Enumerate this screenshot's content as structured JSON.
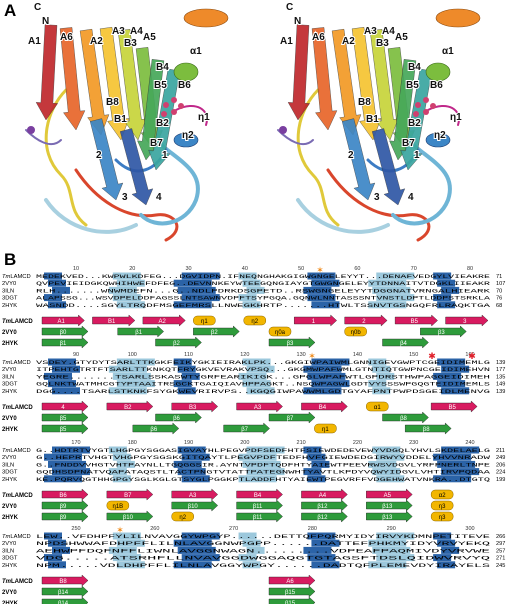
{
  "figure": {
    "panel_a_label": "A",
    "panel_b_label": "B"
  },
  "stereo_labels": [
    "C",
    "N",
    "A1",
    "A6",
    "A2",
    "A3",
    "A4",
    "A5",
    "B3",
    "B4",
    "B5",
    "B6",
    "B8",
    "B1",
    "B2",
    "B7",
    "α1",
    "α2",
    "η1",
    "η2",
    "1",
    "2",
    "3",
    "4"
  ],
  "alignment": {
    "blocks": [
      {
        "ruler": [
          "10",
          "20",
          "30",
          "40",
          "50",
          "60",
          "70",
          "80"
        ],
        "sequences": [
          {
            "name": "TmLAMCD",
            "italic_prefix": "Tm",
            "residues": "MEDEKVED...KWPWLKDFEG...DGVIDPN.IFNEQNGHAKGIGWGNGELEYYT...DENAFVEDGYLVIEAKRE",
            "count": "71"
          },
          {
            "name": "2VY0",
            "residues": "QVPEVIEIDGKQWHIHWEFDFEG..DEVNNKEYWTEEGQNGIAYGTGWGNGELEYYTDNNAITVTDGKLIIEAKR",
            "count": "107"
          },
          {
            "name": "3ILN",
            "residues": "RLH.......WNWMDEFN...G..NDLPDRKDSGPETD..RSWGNGELEYYTDGGNATVRNGALHIEARK",
            "count": "70"
          },
          {
            "name": "3DGT",
            "residues": "ALAPSSG...WSVDPELDDFAGSSLNTSAWNVDPFTSYPGQA.GQNWLNNTASSSNTVNSTLDPTLDDPSTSRKLA",
            "count": "76"
          },
          {
            "name": "2HYK",
            "residues": "WASNDD....SGYLTRQDFMSGEFMRSLLNWEGKHRTP.......HTWLTSSNVTGSNGQFRLRAQKTGA",
            "count": "68"
          }
        ],
        "structure_rows": [
          {
            "name": "TmLAMCD",
            "italic_prefix": "Tm",
            "elements": [
              "A1",
              "B1",
              "A2",
              "η1",
              "η2",
              "1",
              "2",
              "B5",
              "3"
            ]
          },
          {
            "name": "2VY0",
            "elements": [
              "β0",
              "β1",
              "β2",
              "η0a",
              "η0b",
              "β3"
            ]
          },
          {
            "name": "2HYK",
            "elements": [
              "β1",
              "β2",
              "β3",
              "β4"
            ]
          }
        ]
      },
      {
        "ruler": [
          "90",
          "100",
          "110",
          "120",
          "130",
          "140",
          "150",
          "160"
        ],
        "sequences": [
          {
            "name": "TmLAMCD",
            "italic_prefix": "Tm",
            "residues": "VSDEY.GTYDYTSARLTTKGKFEIKYGKIEIRAKLPK...GKGIWPAIWMLGNNIGEVGWPTCGEIDIMEMLG",
            "count": "139"
          },
          {
            "name": "2VY0",
            "residues": "ITPEHTGTRTFTSARLTTKNKQTFRYGKVEVRAKVPSQ...GKGMWPAFWMLGTNTIQTGWPNCGEIDIMEHVN",
            "count": "177"
          },
          {
            "name": "3ILN",
            "residues": "YEGRE.......TSARLSSKASWTYGRFEARIKIGK...GPGLWPAFWTLGPDRSTHWPAGGEIDIMEH",
            "count": "135"
          },
          {
            "name": "3DGT",
            "residues": "GQLNKTWATMHCGTYPTAAITRSGCKTGAIQIAVHPPAGKT..NSQWPAGWLGDTVYSSSWPGQGTEIDIMEMLS",
            "count": "149"
          },
          {
            "name": "2HYK",
            "residues": "DGG....TSARLSTKNKFSYGKWEVRIRVPS..KGQGIWPAWWMLGDTGYAFPNTPWPDSGEIDLMENVG",
            "count": "139"
          }
        ],
        "structure_rows": [
          {
            "name": "TmLAMCD",
            "italic_prefix": "Tm",
            "elements": [
              "4",
              "B2",
              "B3",
              "A3",
              "B4",
              "α1",
              "B5"
            ]
          },
          {
            "name": "2VY0",
            "elements": [
              "β5",
              "β6",
              "β7",
              "β8"
            ]
          },
          {
            "name": "2HYK",
            "elements": [
              "β5",
              "β6",
              "β7",
              "η1",
              "β8"
            ]
          }
        ]
      },
      {
        "ruler": [
          "170",
          "180",
          "190",
          "200",
          "210",
          "220",
          "230",
          "240"
        ],
        "sequences": [
          {
            "name": "TmLAMCD",
            "italic_prefix": "Tm",
            "residues": "G..HDTRTVYGTLHGPGYSGGASIGVAYHLPEGVPDFSEDFHTFSIEWDEDEVEWYVDGQLYHVLSKDELAELG",
            "count": "211"
          },
          {
            "name": "2VY0",
            "residues": "G..HEPRTVHGTVHGPGYSGSKGITQAYTLPEGVPDFTEDFHVFGIEWDEDGIRWYVDDELYHVVNRADW",
            "count": "249"
          },
          {
            "name": "3ILN",
            "residues": "G..FNDDVVHGTVHTPAYNLLTGQGGSIR.AYNTVPDFTQDFHTYAIEWTPEEVRWSVDGVLYRFPNERLTNPE",
            "count": "206"
          },
          {
            "name": "3DGT",
            "residues": "GQDHSDPNATVQAPATAQSTLTACTPNGTVTATTPATEGNWHTYAVTLKPDYVQWYIDGVLVHTIRVPQDAA",
            "count": "224"
          },
          {
            "name": "2HYK",
            "residues": "KE.PQRVQGTHHGPGYSGLKGLGTSYGLPGGKPTLADDFHTYAIEWTPEGVRFFVDGEHWATVNKRA..DTGTQ",
            "count": "199"
          }
        ],
        "structure_rows": [
          {
            "name": "TmLAMCD",
            "italic_prefix": "Tm",
            "elements": [
              "B6",
              "B7",
              "A3",
              "B4",
              "A4",
              "A5",
              "α2"
            ]
          },
          {
            "name": "2VY0",
            "elements": [
              "β9",
              "η1B",
              "β10",
              "β11",
              "β12",
              "β13",
              "η3"
            ]
          },
          {
            "name": "2HYK",
            "elements": [
              "β9",
              "β10",
              "η2",
              "β11",
              "β12",
              "β13",
              "η3"
            ]
          }
        ]
      },
      {
        "ruler": [
          "250",
          "260",
          "270",
          "280",
          "290",
          "300"
        ],
        "sequences": [
          {
            "name": "TmLAMCD",
            "italic_prefix": "Tm",
            "residues": "LEW..VFDHPFYLILNVAVGGYWPGYP......DETTQFPQRMYIDYIRVYKDMNPETITEVE",
            "count": "266"
          },
          {
            "name": "2VY0",
            "residues": "NPDSHWWAFDHPFFLILNLAVGGNWPGPP......DATTEFPHKMYIDYVRVYEKQ",
            "count": "297"
          },
          {
            "name": "3ILN",
            "residues": "AEHWPFDQFNFFLIWNLAVGGNWAGN.........VDPEAFPAQMIVDYVRVWE",
            "count": "257"
          },
          {
            "name": "3DGT",
            "residues": "VDG.....ATSRHFLLNVAVGGDWGGAQGTGTAGSFTDSLQIDWVRVYQ",
            "count": "271"
          },
          {
            "name": "2HYK",
            "residues": "NPM.....VDLDHPFFLILNLAVGGYWPGY......DADTQFPLEMEVDYIRAYELS",
            "count": "245"
          }
        ],
        "structure_rows": [
          {
            "name": "TmLAMCD",
            "italic_prefix": "Tm",
            "elements": [
              "B8",
              "A6"
            ]
          },
          {
            "name": "2VY0",
            "elements": [
              "β14",
              "β15"
            ]
          },
          {
            "name": "2HYK",
            "elements": [
              "β14",
              "β15"
            ]
          }
        ]
      }
    ]
  },
  "colors": {
    "conserved_box": "#2b63a7",
    "similar_box": "#9cc8dc",
    "strand_tm": "#d81b60",
    "strand_other": "#2e9b3b",
    "helix": "#f2b600",
    "marker_star": "#f08c1e",
    "marker_asterisk_red": "#e0202a"
  },
  "icons": [
    "ribbon-cartoon",
    "star-marker",
    "asterisk-marker",
    "strand-arrow",
    "helix-cylinder"
  ]
}
